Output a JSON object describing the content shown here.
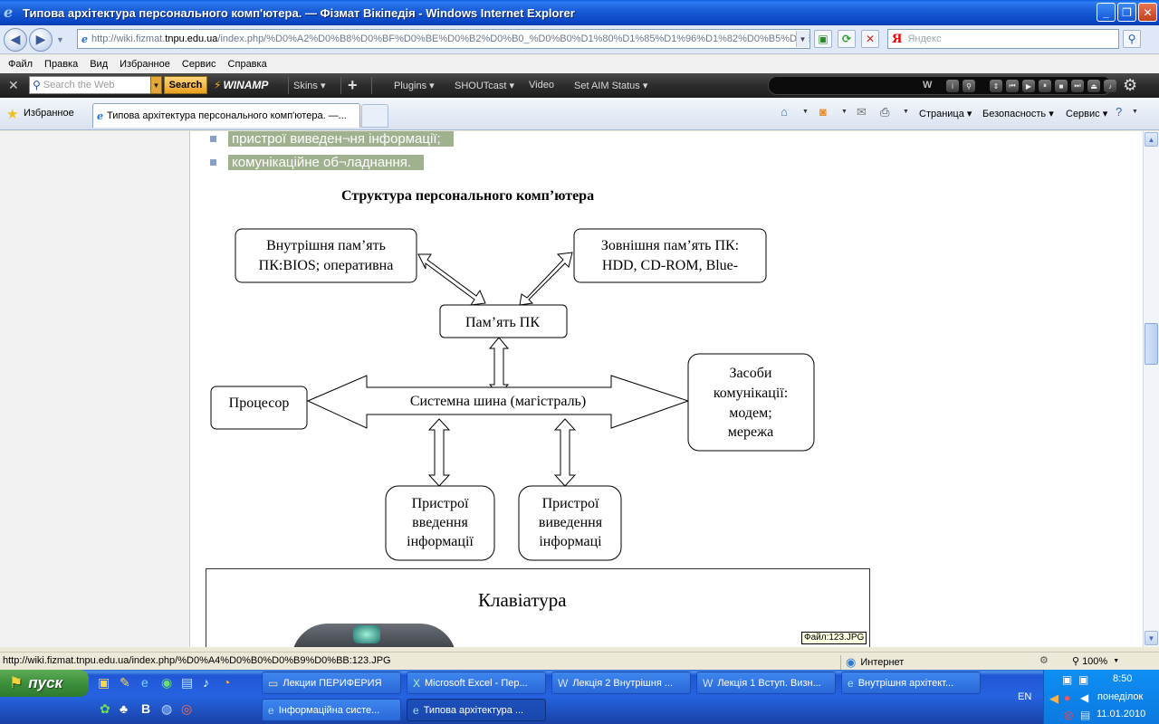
{
  "window": {
    "title": "Типова архітектура персонального комп'ютера. — Фізмат Вікіпедія - Windows Internet Explorer"
  },
  "address": {
    "url_prefix": "http://wiki.fizmat.",
    "url_host": "tnpu.edu.ua",
    "url_suffix": "/index.php/%D0%A2%D0%B8%D0%BF%D0%BE%D0%B2%D0%B0_%D0%B0%D1%80%D1%85%D1%96%D1%82%D0%B5%D0%B",
    "search_provider_logo": "Я",
    "search_placeholder": "Яндекс"
  },
  "menu": {
    "items": [
      "Файл",
      "Правка",
      "Вид",
      "Избранное",
      "Сервис",
      "Справка"
    ]
  },
  "winamp": {
    "search_placeholder": "Search the Web",
    "search_button": "Search",
    "logo": "WINAMP",
    "skins": "Skins ▾",
    "plugins": "Plugins ▾",
    "shoutcast": "SHOUTcast ▾",
    "video": "Video",
    "aim": "Set AIM Status ▾",
    "player_letter": "W"
  },
  "tabs": {
    "favorites_label": "Избранное",
    "active_tab": "Типова архітектура персонального комп'ютера. —...",
    "page_menu": "Страница ▾",
    "safety_menu": "Безопасность ▾",
    "tools_menu": "Сервис ▾"
  },
  "page": {
    "bullets": [
      "пристрої виведен¬ня інформації;",
      "комунікаційне об¬ладнання."
    ],
    "diagram_title": "Структура персонального комп’ютера",
    "internal_memory": [
      "Внутрішня пам’ять",
      "ПК:BIOS; оперативна"
    ],
    "external_memory": [
      "Зовнішня пам’ять ПК:",
      "HDD, CD-ROM, Blue-"
    ],
    "pc_memory": "Пам’ять ПК",
    "processor": "Процесор",
    "system_bus": "Системна шина (магістраль)",
    "comm_means": [
      "Засоби",
      "комунікації:",
      "модем;",
      "мережа"
    ],
    "input_devices": [
      "Пристрої",
      "введення",
      "інформації"
    ],
    "output_devices": [
      "Пристрої",
      "виведення",
      "інформаці"
    ],
    "keyboard_title": "Клавіатура",
    "file_tooltip": "Файл:123.JPG"
  },
  "status": {
    "url": "http://wiki.fizmat.tnpu.edu.ua/index.php/%D0%A4%D0%B0%D0%B9%D0%BB:123.JPG",
    "zone": "Интернет",
    "zoom": "100%"
  },
  "taskbar": {
    "start_label": "пуск",
    "tasks_row1": [
      "Лекции ПЕРИФЕРИЯ",
      "Microsoft Excel - Пер...",
      "Лекція 2 Внутрішня ...",
      "Лекція 1 Вступ. Визн...",
      "Внутрішня архітект..."
    ],
    "tasks_row2": [
      "Інформаційна систе...",
      "Типова архітектура ..."
    ],
    "lang": "EN",
    "time": "8:50",
    "day": "понеділок",
    "date": "11.01.2010"
  }
}
